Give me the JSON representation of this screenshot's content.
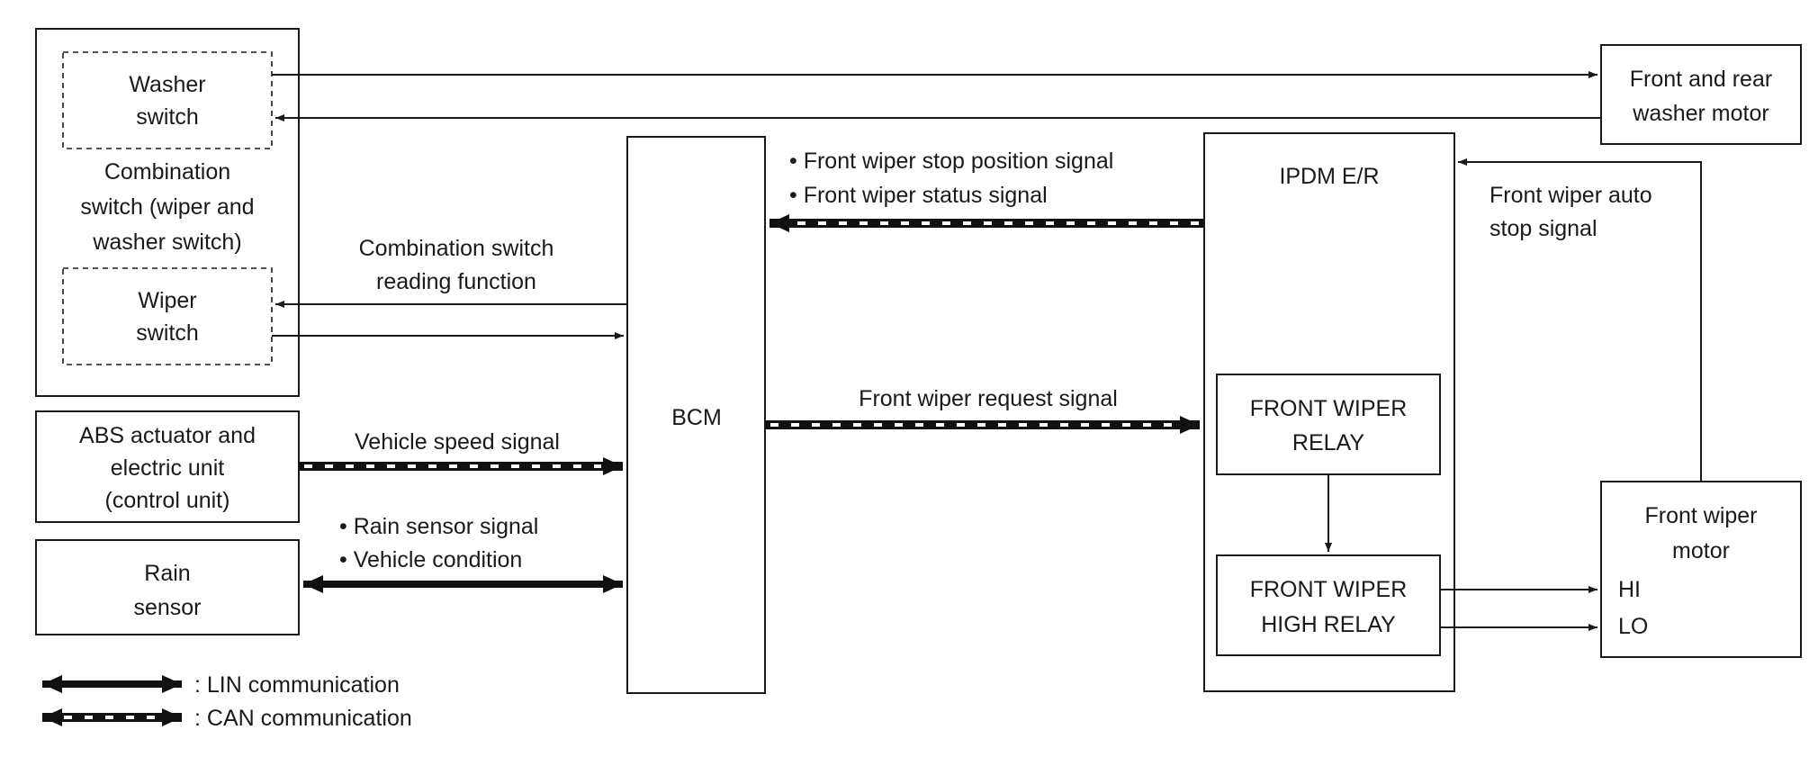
{
  "washer_switch": {
    "line1": "Washer",
    "line2": "switch"
  },
  "combination_switch": {
    "line1": "Combination",
    "line2": "switch (wiper and",
    "line3": "washer switch)"
  },
  "wiper_switch": {
    "line1": "Wiper",
    "line2": "switch"
  },
  "abs_unit": {
    "line1": "ABS actuator and",
    "line2": "electric unit",
    "line3": "(control unit)"
  },
  "rain_sensor": {
    "line1": "Rain",
    "line2": "sensor"
  },
  "bcm": {
    "label": "BCM"
  },
  "ipdm": {
    "label": "IPDM E/R"
  },
  "front_wiper_relay": {
    "line1": "FRONT WIPER",
    "line2": "RELAY"
  },
  "front_wiper_high_relay": {
    "line1": "FRONT WIPER",
    "line2": "HIGH RELAY"
  },
  "washer_motor": {
    "line1": "Front and rear",
    "line2": "washer motor"
  },
  "wiper_motor": {
    "line1": "Front wiper",
    "line2": "motor",
    "hi": "HI",
    "lo": "LO"
  },
  "signals": {
    "combo_read_1": "Combination switch",
    "combo_read_2": "reading function",
    "vehicle_speed": "Vehicle speed signal",
    "rain_sensor_signal": "• Rain sensor signal",
    "vehicle_condition": "• Vehicle condition",
    "stop_position": "• Front wiper stop position signal",
    "status": "• Front wiper status signal",
    "request": "Front wiper request signal",
    "auto_stop_1": "Front wiper auto",
    "auto_stop_2": "stop signal"
  },
  "legend": {
    "lin": ": LIN communication",
    "can": ": CAN communication"
  }
}
